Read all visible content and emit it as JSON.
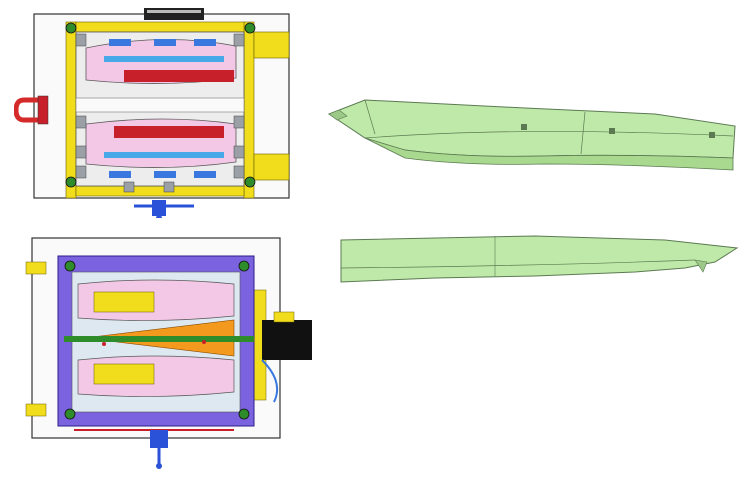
{
  "figure": {
    "panels": [
      {
        "id": "mold-top-view-moving-half",
        "kind": "cad-mold-drawing"
      },
      {
        "id": "part-top-view",
        "kind": "3d-part-render"
      },
      {
        "id": "mold-top-view-fixed-half",
        "kind": "cad-mold-drawing"
      },
      {
        "id": "part-side-view",
        "kind": "3d-part-render"
      }
    ]
  },
  "colors": {
    "frame_outline": "#333333",
    "plate_fill": "#f2f2f2",
    "cavity_outline": "#5a5a5a",
    "yellow_parts": "#f1dd1c",
    "red_parts": "#c8202a",
    "blue_parts": "#2a52d8",
    "pink_region": "#f3c7e6",
    "purple_plate": "#7b63e0",
    "orange_slide": "#f39a1e",
    "green_runner": "#2f8c2a",
    "black_motor": "#111111",
    "part_green": "#bfe9a8",
    "part_edge": "#5b7a52"
  }
}
